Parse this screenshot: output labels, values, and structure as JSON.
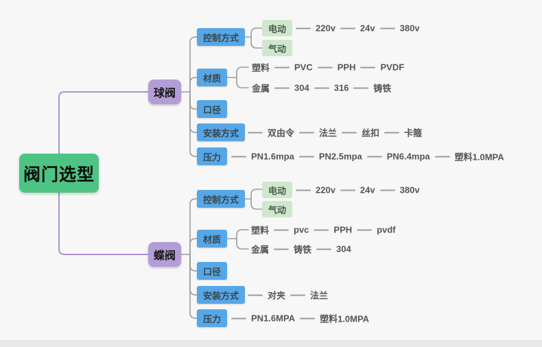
{
  "root": {
    "label": "阀门选型"
  },
  "ball": {
    "label": "球阀",
    "cats": [
      "控制方式",
      "材质",
      "口径",
      "安装方式",
      "压力"
    ],
    "control_children": [
      "电动",
      "气动"
    ],
    "voltage_chain": [
      "220v",
      "24v",
      "380v"
    ],
    "plastic_chain": [
      "塑料",
      "PVC",
      "PPH",
      "PVDF"
    ],
    "metal_chain": [
      "金属",
      "304",
      "316",
      "铸铁"
    ],
    "install_chain": [
      "双由令",
      "法兰",
      "丝扣",
      "卡箍"
    ],
    "pressure_chain": [
      "PN1.6mpa",
      "PN2.5mpa",
      "PN6.4mpa",
      "塑料1.0MPA"
    ]
  },
  "butterfly": {
    "label": "蝶阀",
    "cats": [
      "控制方式",
      "材质",
      "口径",
      "安装方式",
      "压力"
    ],
    "control_children": [
      "电动",
      "气动"
    ],
    "voltage_chain": [
      "220v",
      "24v",
      "380v"
    ],
    "plastic_chain": [
      "塑料",
      "pvc",
      "PPH",
      "pvdf"
    ],
    "metal_chain": [
      "金属",
      "铸铁",
      "304"
    ],
    "install_chain": [
      "对夹",
      "法兰"
    ],
    "pressure_chain": [
      "PN1.6MPA",
      "塑料1.0MPA"
    ]
  },
  "colors": {
    "root_green": "#4dc483",
    "branch_purple": "#b49dd6",
    "category_blue": "#57a7e7",
    "leaf_green": "#cfe8cd",
    "line_purple": "#ab92cf",
    "line_gray": "#9b9b9b",
    "text_dark": "#555555"
  }
}
